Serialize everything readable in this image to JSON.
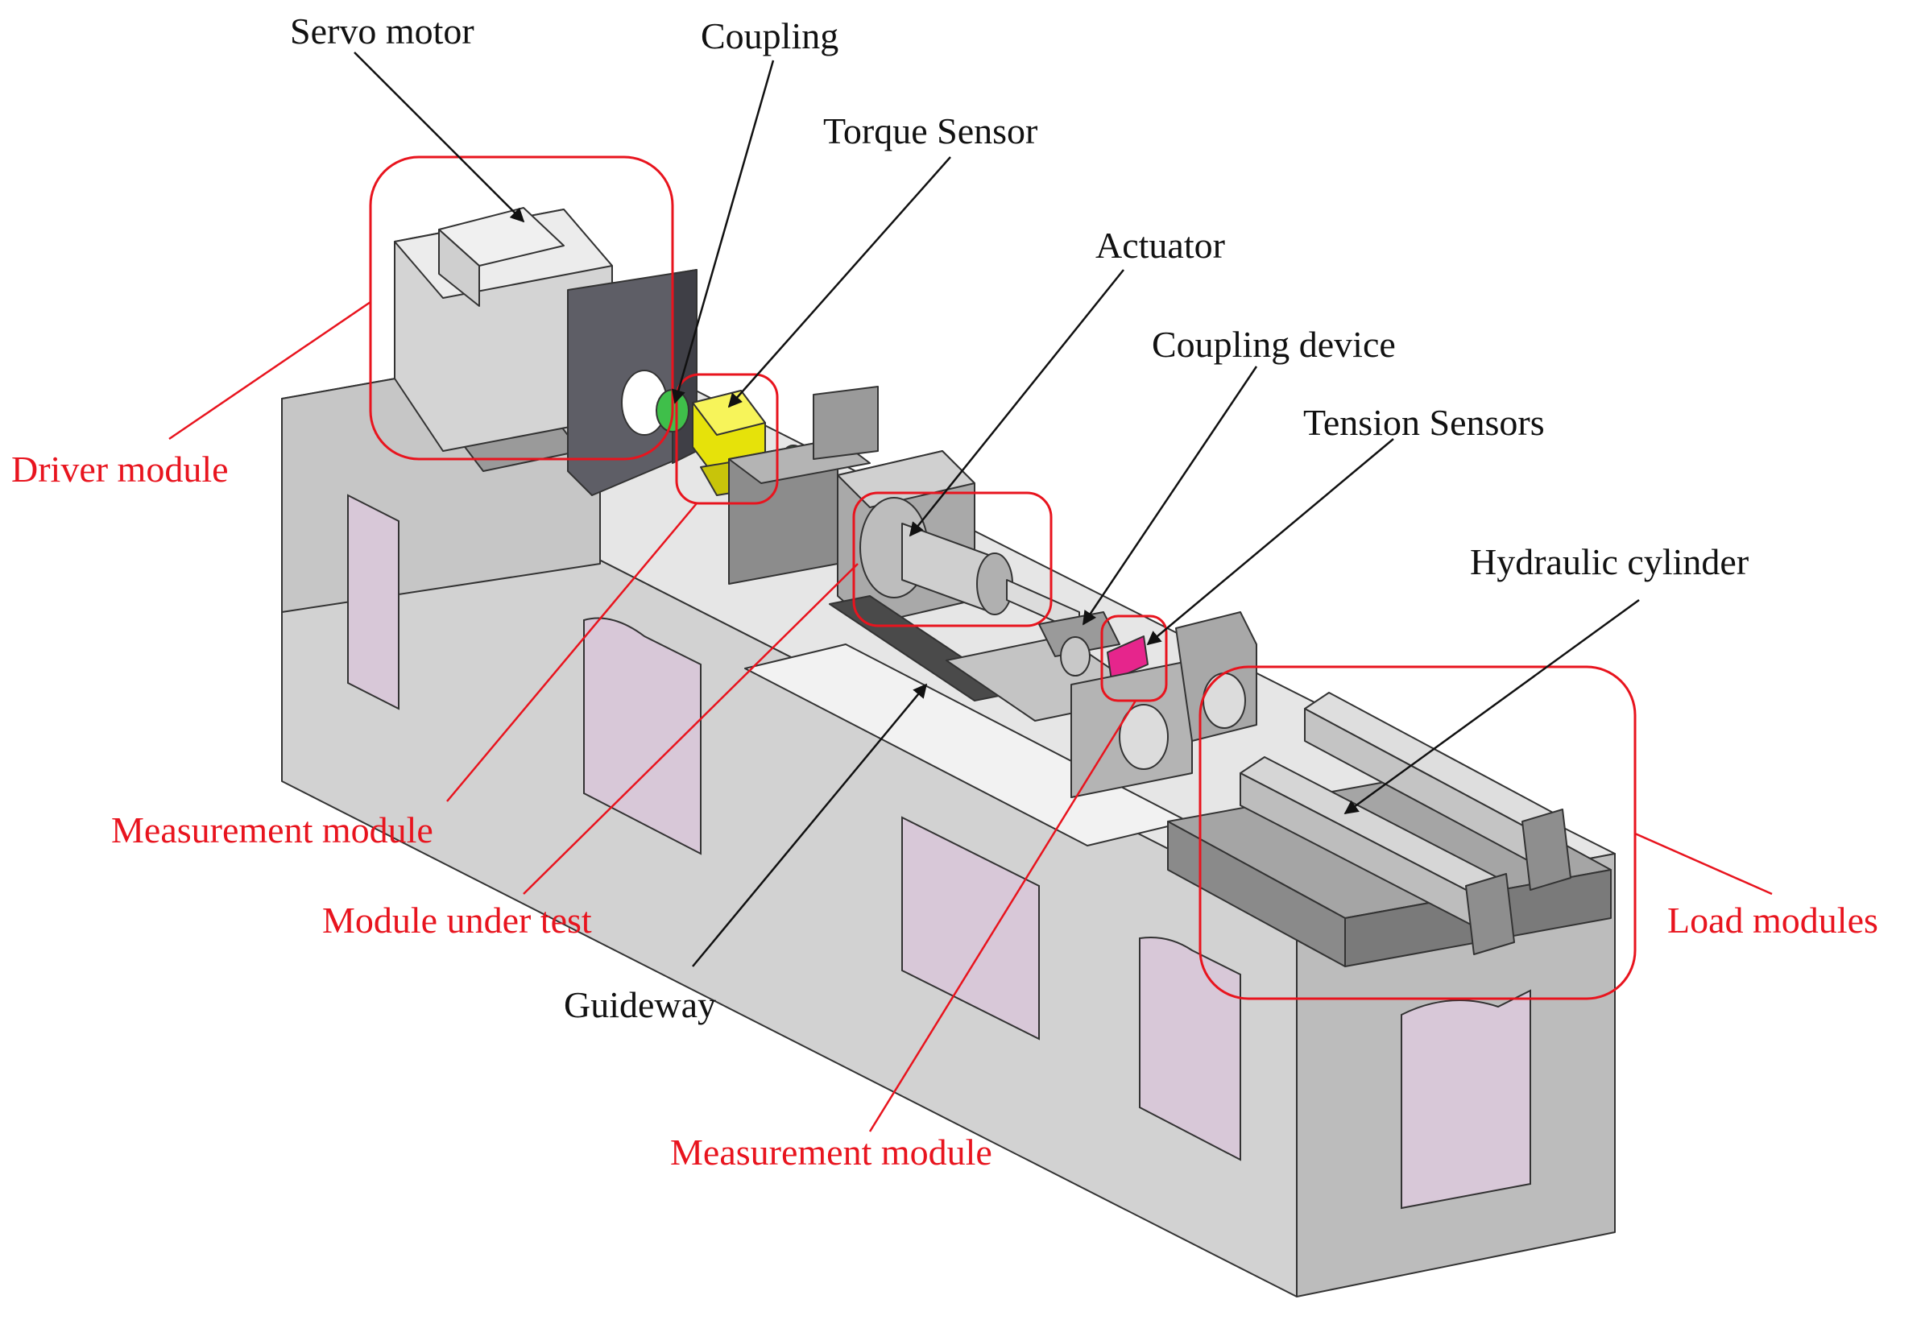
{
  "colors": {
    "annotation_red": "#e8141e",
    "annotation_black": "#111111",
    "frame_face": "#d9d9d9",
    "frame_window": "#d8c8d8",
    "torque_sensor": "#e6e20a",
    "coupling": "#3fbf4a",
    "tension_sensor": "#e6258c"
  },
  "labels": {
    "servo_motor": "Servo motor",
    "coupling": "Coupling",
    "torque_sensor": "Torque Sensor",
    "actuator": "Actuator",
    "coupling_device": "Coupling device",
    "tension_sensors": "Tension Sensors",
    "hydraulic_cylinder": "Hydraulic cylinder",
    "guideway": "Guideway"
  },
  "modules": {
    "driver": "Driver module",
    "measurement_1": "Measurement module",
    "under_test": "Module under test",
    "measurement_2": "Measurement module",
    "load": "Load modules"
  }
}
